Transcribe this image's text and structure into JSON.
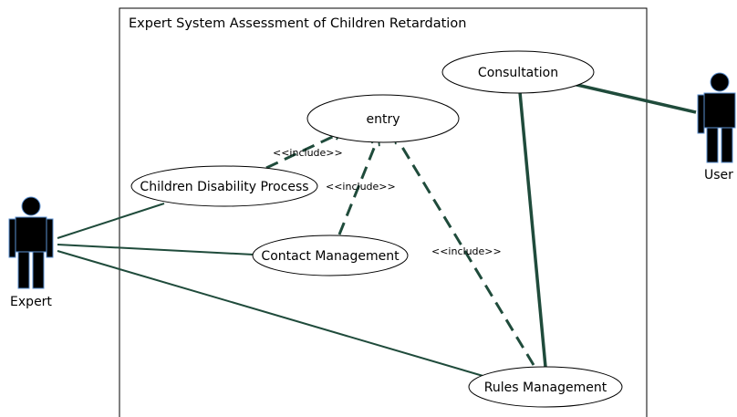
{
  "system": {
    "title": "Expert System Assessment of Children Retardation"
  },
  "use_cases": {
    "entry": "entry",
    "consultation": "Consultation",
    "children_disability_process": "Children Disability Process",
    "contact_management": "Contact Management",
    "rules_management": "Rules Management"
  },
  "actors": {
    "expert": "Expert",
    "user": "User"
  },
  "relations": {
    "include_1": "<<include>>",
    "include_2": "<<include>>",
    "include_3": "<<include>>"
  },
  "colors": {
    "association": "#1f4b3b",
    "actor": "#000000",
    "border": "#000000"
  }
}
